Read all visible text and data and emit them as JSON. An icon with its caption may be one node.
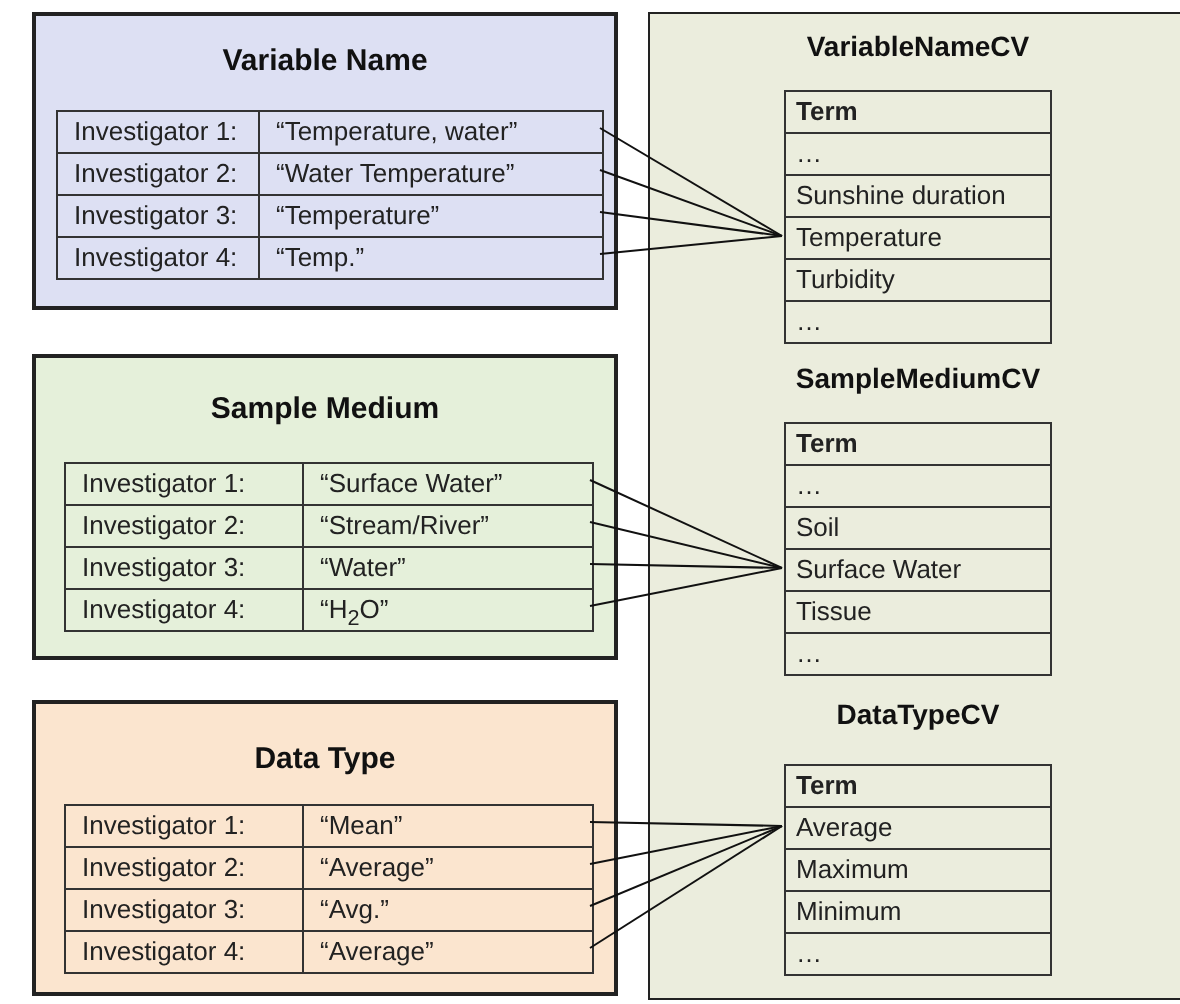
{
  "diagram": {
    "nodes": [
      {
        "text": [
          "Variable Name"
        ]
      },
      {
        "text": [
          "Investigator 1:",
          "“Temperature, water”"
        ],
        "in": 0
      },
      {
        "text": [
          "Investigator 2:",
          "“Water Temperature”"
        ],
        "in": 0
      },
      {
        "text": [
          "Investigator 3:",
          "“Temperature”"
        ],
        "in": 0
      },
      {
        "text": [
          "Investigator 4:",
          "“Temp.”"
        ],
        "in": 0
      },
      {
        "text": [
          "Sample Medium"
        ]
      },
      {
        "text": [
          "Investigator 1:",
          "“Surface Water”"
        ],
        "in": 5
      },
      {
        "text": [
          "Investigator 2:",
          "“Stream/River”"
        ],
        "in": 5
      },
      {
        "text": [
          "Investigator 3:",
          "“Water”"
        ],
        "in": 5
      },
      {
        "text": [
          "Investigator 4:",
          "“H$_{2}$O”"
        ],
        "in": 5
      },
      {
        "text": [
          "Data Type"
        ]
      },
      {
        "text": [
          "Investigator 1:",
          "“Mean”"
        ],
        "in": 10
      },
      {
        "text": [
          "Investigator 2:",
          "“Average”"
        ],
        "in": 10
      },
      {
        "text": [
          "Investigator 3:",
          "“Avg.”"
        ],
        "in": 10
      },
      {
        "text": [
          "Investigator 4:",
          "“Average”"
        ],
        "in": 10
      },
      {
        "text": [],
        "shape": "box"
      },
      {
        "text": [
          "VariableNameCV"
        ],
        "in": 15
      },
      {
        "text": [
          "Term"
        ],
        "in": 16
      },
      {
        "text": [
          "…"
        ],
        "in": 16
      },
      {
        "text": [
          "Sunshine duration"
        ],
        "in": 16
      },
      {
        "text": [
          "Temperature"
        ],
        "in": 16
      },
      {
        "text": [
          "Turbidity"
        ],
        "in": 16
      },
      {
        "text": [
          "…"
        ],
        "in": 16
      },
      {
        "text": [
          "SampleMediumCV"
        ],
        "in": 15
      },
      {
        "text": [
          "Term"
        ],
        "in": 23
      },
      {
        "text": [
          "…"
        ],
        "in": 23
      },
      {
        "text": [
          "Soil"
        ],
        "in": 23
      },
      {
        "text": [
          "Surface Water"
        ],
        "in": 23
      },
      {
        "text": [
          "Tissue"
        ],
        "in": 23
      },
      {
        "text": [
          "…"
        ],
        "in": 23
      },
      {
        "text": [
          "DataTypeCV"
        ],
        "in": 15
      },
      {
        "text": [
          "Term"
        ],
        "in": 30
      },
      {
        "text": [
          "Average"
        ],
        "in": 30
      },
      {
        "text": [
          "Maximum"
        ],
        "in": 30
      },
      {
        "text": [
          "Minimum"
        ],
        "in": 30
      },
      {
        "text": [
          "…"
        ],
        "in": 30
      }
    ],
    "edges": [
      {
        "from": 1,
        "to": 20,
        "arrow": "none"
      },
      {
        "from": 2,
        "to": 20,
        "arrow": "none"
      },
      {
        "from": 3,
        "to": 20,
        "arrow": "none"
      },
      {
        "from": 4,
        "to": 20,
        "arrow": "none"
      },
      {
        "from": 6,
        "to": 27,
        "arrow": "none"
      },
      {
        "from": 7,
        "to": 27,
        "arrow": "none"
      },
      {
        "from": 8,
        "to": 27,
        "arrow": "none"
      },
      {
        "from": 9,
        "to": 27,
        "arrow": "none"
      },
      {
        "from": 11,
        "to": 32,
        "arrow": "none"
      },
      {
        "from": 12,
        "to": 32,
        "arrow": "none"
      },
      {
        "from": 13,
        "to": 32,
        "arrow": "none"
      },
      {
        "from": 14,
        "to": 32,
        "arrow": "none"
      }
    ]
  }
}
